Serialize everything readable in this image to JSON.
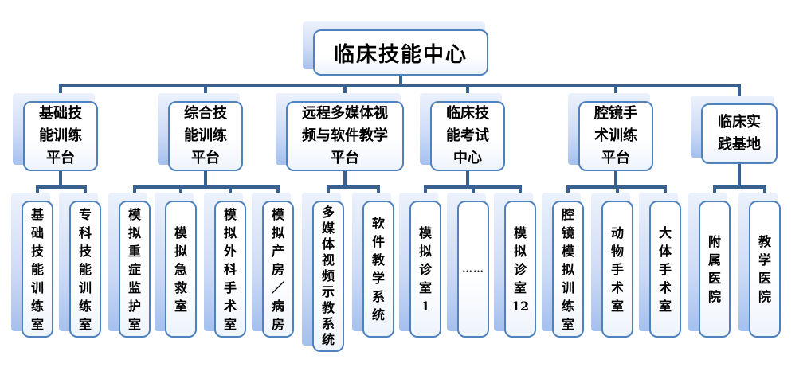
{
  "palette": {
    "connector": "#38618F",
    "box_border": "#4f81bd",
    "box_fill_top": "#ffffff",
    "box_fill_bottom": "#eef4fc",
    "shadow_top": "#ecf2fc",
    "shadow_bottom": "#a4c0ee",
    "text": "#000000",
    "background": "#ffffff"
  },
  "org_chart": {
    "root": {
      "label": "临床技能中心"
    },
    "platforms": [
      {
        "label": "基础技\n能训练\n平台",
        "children": [
          "基础技能训练室",
          "专科技能训练室"
        ]
      },
      {
        "label": "综合技\n能训练\n平台",
        "children": [
          "模拟重症监护室",
          "模拟急救室",
          "模拟外科手术室",
          "模拟产房／病房"
        ]
      },
      {
        "label": "远程多媒体视\n频与软件教学\n平台",
        "children": [
          "多媒体视频示教系统",
          "软件教学系统"
        ]
      },
      {
        "label": "临床技\n能考试\n中心",
        "children": [
          "模拟诊室\n1",
          "……",
          "模拟诊室\n12"
        ]
      },
      {
        "label": "腔镜手\n术训练\n平台",
        "children": [
          "腔镜模拟训练室",
          "动物手术室",
          "大体手术室"
        ]
      },
      {
        "label": "临床实\n践基地",
        "children": [
          "附属医院",
          "教学医院"
        ]
      }
    ]
  }
}
